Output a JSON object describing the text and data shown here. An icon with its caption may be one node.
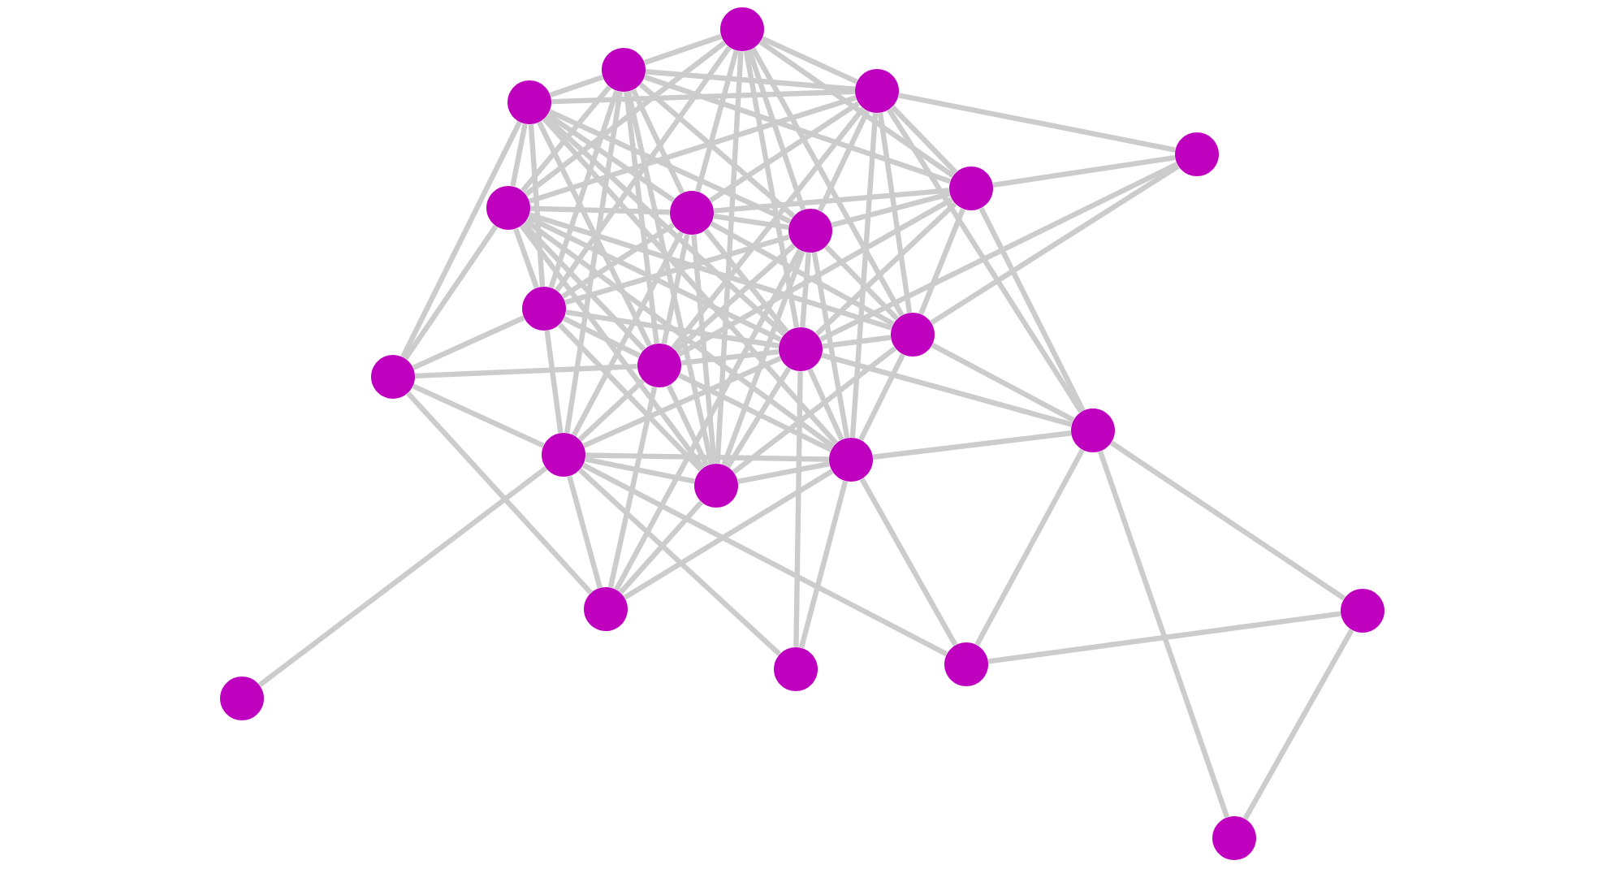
{
  "diagram": {
    "nodes": [
      {
        "text": [],
        "shape": "circle"
      },
      {
        "text": [],
        "shape": "circle"
      },
      {
        "text": [],
        "shape": "circle"
      },
      {
        "text": [],
        "shape": "circle"
      },
      {
        "text": [],
        "shape": "circle"
      },
      {
        "text": [],
        "shape": "circle"
      },
      {
        "text": [],
        "shape": "circle"
      },
      {
        "text": [],
        "shape": "circle"
      },
      {
        "text": [],
        "shape": "circle"
      },
      {
        "text": [],
        "shape": "circle"
      },
      {
        "text": [],
        "shape": "circle"
      },
      {
        "text": [],
        "shape": "circle"
      },
      {
        "text": [],
        "shape": "circle"
      },
      {
        "text": [],
        "shape": "circle"
      },
      {
        "text": [],
        "shape": "circle"
      },
      {
        "text": [],
        "shape": "circle"
      },
      {
        "text": [],
        "shape": "circle"
      },
      {
        "text": [],
        "shape": "circle"
      },
      {
        "text": [],
        "shape": "circle"
      },
      {
        "text": [],
        "shape": "circle"
      },
      {
        "text": [],
        "shape": "circle"
      },
      {
        "text": [],
        "shape": "circle"
      },
      {
        "text": [],
        "shape": "circle"
      },
      {
        "text": [],
        "shape": "circle"
      }
    ],
    "edges": [
      {
        "from": 0,
        "to": 1,
        "arrow": "none"
      },
      {
        "from": 0,
        "to": 2,
        "arrow": "none"
      },
      {
        "from": 0,
        "to": 5,
        "arrow": "none"
      },
      {
        "from": 0,
        "to": 6,
        "arrow": "none"
      },
      {
        "from": 0,
        "to": 7,
        "arrow": "none"
      },
      {
        "from": 0,
        "to": 8,
        "arrow": "none"
      },
      {
        "from": 0,
        "to": 9,
        "arrow": "none"
      },
      {
        "from": 0,
        "to": 10,
        "arrow": "none"
      },
      {
        "from": 0,
        "to": 11,
        "arrow": "none"
      },
      {
        "from": 0,
        "to": 17,
        "arrow": "none"
      },
      {
        "from": 1,
        "to": 2,
        "arrow": "none"
      },
      {
        "from": 1,
        "to": 3,
        "arrow": "none"
      },
      {
        "from": 1,
        "to": 5,
        "arrow": "none"
      },
      {
        "from": 1,
        "to": 6,
        "arrow": "none"
      },
      {
        "from": 1,
        "to": 7,
        "arrow": "none"
      },
      {
        "from": 1,
        "to": 8,
        "arrow": "none"
      },
      {
        "from": 1,
        "to": 9,
        "arrow": "none"
      },
      {
        "from": 1,
        "to": 12,
        "arrow": "none"
      },
      {
        "from": 1,
        "to": 15,
        "arrow": "none"
      },
      {
        "from": 1,
        "to": 17,
        "arrow": "none"
      },
      {
        "from": 2,
        "to": 3,
        "arrow": "none"
      },
      {
        "from": 2,
        "to": 4,
        "arrow": "none"
      },
      {
        "from": 2,
        "to": 5,
        "arrow": "none"
      },
      {
        "from": 2,
        "to": 6,
        "arrow": "none"
      },
      {
        "from": 2,
        "to": 7,
        "arrow": "none"
      },
      {
        "from": 2,
        "to": 8,
        "arrow": "none"
      },
      {
        "from": 2,
        "to": 10,
        "arrow": "none"
      },
      {
        "from": 2,
        "to": 12,
        "arrow": "none"
      },
      {
        "from": 2,
        "to": 14,
        "arrow": "none"
      },
      {
        "from": 2,
        "to": 16,
        "arrow": "none"
      },
      {
        "from": 3,
        "to": 6,
        "arrow": "none"
      },
      {
        "from": 3,
        "to": 7,
        "arrow": "none"
      },
      {
        "from": 3,
        "to": 8,
        "arrow": "none"
      },
      {
        "from": 3,
        "to": 9,
        "arrow": "none"
      },
      {
        "from": 3,
        "to": 11,
        "arrow": "none"
      },
      {
        "from": 3,
        "to": 12,
        "arrow": "none"
      },
      {
        "from": 3,
        "to": 13,
        "arrow": "none"
      },
      {
        "from": 3,
        "to": 16,
        "arrow": "none"
      },
      {
        "from": 4,
        "to": 5,
        "arrow": "none"
      },
      {
        "from": 4,
        "to": 10,
        "arrow": "none"
      },
      {
        "from": 4,
        "to": 11,
        "arrow": "none"
      },
      {
        "from": 5,
        "to": 7,
        "arrow": "none"
      },
      {
        "from": 5,
        "to": 8,
        "arrow": "none"
      },
      {
        "from": 5,
        "to": 10,
        "arrow": "none"
      },
      {
        "from": 5,
        "to": 11,
        "arrow": "none"
      },
      {
        "from": 5,
        "to": 12,
        "arrow": "none"
      },
      {
        "from": 5,
        "to": 14,
        "arrow": "none"
      },
      {
        "from": 6,
        "to": 7,
        "arrow": "none"
      },
      {
        "from": 6,
        "to": 9,
        "arrow": "none"
      },
      {
        "from": 6,
        "to": 10,
        "arrow": "none"
      },
      {
        "from": 6,
        "to": 11,
        "arrow": "none"
      },
      {
        "from": 6,
        "to": 12,
        "arrow": "none"
      },
      {
        "from": 6,
        "to": 13,
        "arrow": "none"
      },
      {
        "from": 6,
        "to": 16,
        "arrow": "none"
      },
      {
        "from": 6,
        "to": 17,
        "arrow": "none"
      },
      {
        "from": 7,
        "to": 8,
        "arrow": "none"
      },
      {
        "from": 7,
        "to": 9,
        "arrow": "none"
      },
      {
        "from": 7,
        "to": 10,
        "arrow": "none"
      },
      {
        "from": 7,
        "to": 11,
        "arrow": "none"
      },
      {
        "from": 7,
        "to": 12,
        "arrow": "none"
      },
      {
        "from": 7,
        "to": 15,
        "arrow": "none"
      },
      {
        "from": 7,
        "to": 17,
        "arrow": "none"
      },
      {
        "from": 8,
        "to": 9,
        "arrow": "none"
      },
      {
        "from": 8,
        "to": 10,
        "arrow": "none"
      },
      {
        "from": 8,
        "to": 11,
        "arrow": "none"
      },
      {
        "from": 8,
        "to": 12,
        "arrow": "none"
      },
      {
        "from": 8,
        "to": 16,
        "arrow": "none"
      },
      {
        "from": 8,
        "to": 17,
        "arrow": "none"
      },
      {
        "from": 8,
        "to": 19,
        "arrow": "none"
      },
      {
        "from": 9,
        "to": 11,
        "arrow": "none"
      },
      {
        "from": 9,
        "to": 12,
        "arrow": "none"
      },
      {
        "from": 9,
        "to": 13,
        "arrow": "none"
      },
      {
        "from": 9,
        "to": 15,
        "arrow": "none"
      },
      {
        "from": 9,
        "to": 17,
        "arrow": "none"
      },
      {
        "from": 10,
        "to": 11,
        "arrow": "none"
      },
      {
        "from": 10,
        "to": 14,
        "arrow": "none"
      },
      {
        "from": 10,
        "to": 16,
        "arrow": "none"
      },
      {
        "from": 10,
        "to": 17,
        "arrow": "none"
      },
      {
        "from": 11,
        "to": 12,
        "arrow": "none"
      },
      {
        "from": 11,
        "to": 14,
        "arrow": "none"
      },
      {
        "from": 11,
        "to": 15,
        "arrow": "none"
      },
      {
        "from": 11,
        "to": 16,
        "arrow": "none"
      },
      {
        "from": 11,
        "to": 17,
        "arrow": "none"
      },
      {
        "from": 11,
        "to": 21,
        "arrow": "none"
      },
      {
        "from": 12,
        "to": 13,
        "arrow": "none"
      },
      {
        "from": 12,
        "to": 15,
        "arrow": "none"
      },
      {
        "from": 12,
        "to": 16,
        "arrow": "none"
      },
      {
        "from": 12,
        "to": 17,
        "arrow": "none"
      },
      {
        "from": 12,
        "to": 19,
        "arrow": "none"
      },
      {
        "from": 13,
        "to": 15,
        "arrow": "none"
      },
      {
        "from": 13,
        "to": 19,
        "arrow": "none"
      },
      {
        "from": 14,
        "to": 16,
        "arrow": "none"
      },
      {
        "from": 14,
        "to": 18,
        "arrow": "none"
      },
      {
        "from": 14,
        "to": 20,
        "arrow": "none"
      },
      {
        "from": 14,
        "to": 23,
        "arrow": "none"
      },
      {
        "from": 15,
        "to": 16,
        "arrow": "none"
      },
      {
        "from": 15,
        "to": 17,
        "arrow": "none"
      },
      {
        "from": 15,
        "to": 19,
        "arrow": "none"
      },
      {
        "from": 15,
        "to": 20,
        "arrow": "none"
      },
      {
        "from": 15,
        "to": 21,
        "arrow": "none"
      },
      {
        "from": 15,
        "to": 22,
        "arrow": "none"
      },
      {
        "from": 16,
        "to": 17,
        "arrow": "none"
      },
      {
        "from": 16,
        "to": 19,
        "arrow": "none"
      },
      {
        "from": 16,
        "to": 20,
        "arrow": "none"
      },
      {
        "from": 16,
        "to": 21,
        "arrow": "none"
      },
      {
        "from": 17,
        "to": 19,
        "arrow": "none"
      },
      {
        "from": 18,
        "to": 20,
        "arrow": "none"
      },
      {
        "from": 18,
        "to": 23,
        "arrow": "none"
      }
    ]
  }
}
